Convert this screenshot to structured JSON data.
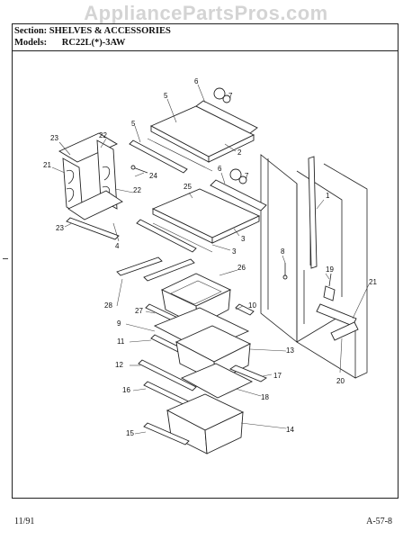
{
  "watermark": "AppliancePartsPros.com",
  "header": {
    "section_line": "Section: SHELVES & ACCESSORIES",
    "models_label": "Models:",
    "models_value": "RC22L(*)-3AW"
  },
  "footer": {
    "date": "11/91",
    "page_code": "A-57-8"
  },
  "callouts": [
    "1",
    "2",
    "3",
    "3",
    "4",
    "5",
    "5",
    "6",
    "6",
    "7",
    "7",
    "8",
    "9",
    "10",
    "11",
    "12",
    "13",
    "14",
    "15",
    "16",
    "17",
    "18",
    "19",
    "20",
    "21",
    "21",
    "22",
    "22",
    "23",
    "23",
    "24",
    "25",
    "26",
    "27",
    "28"
  ]
}
